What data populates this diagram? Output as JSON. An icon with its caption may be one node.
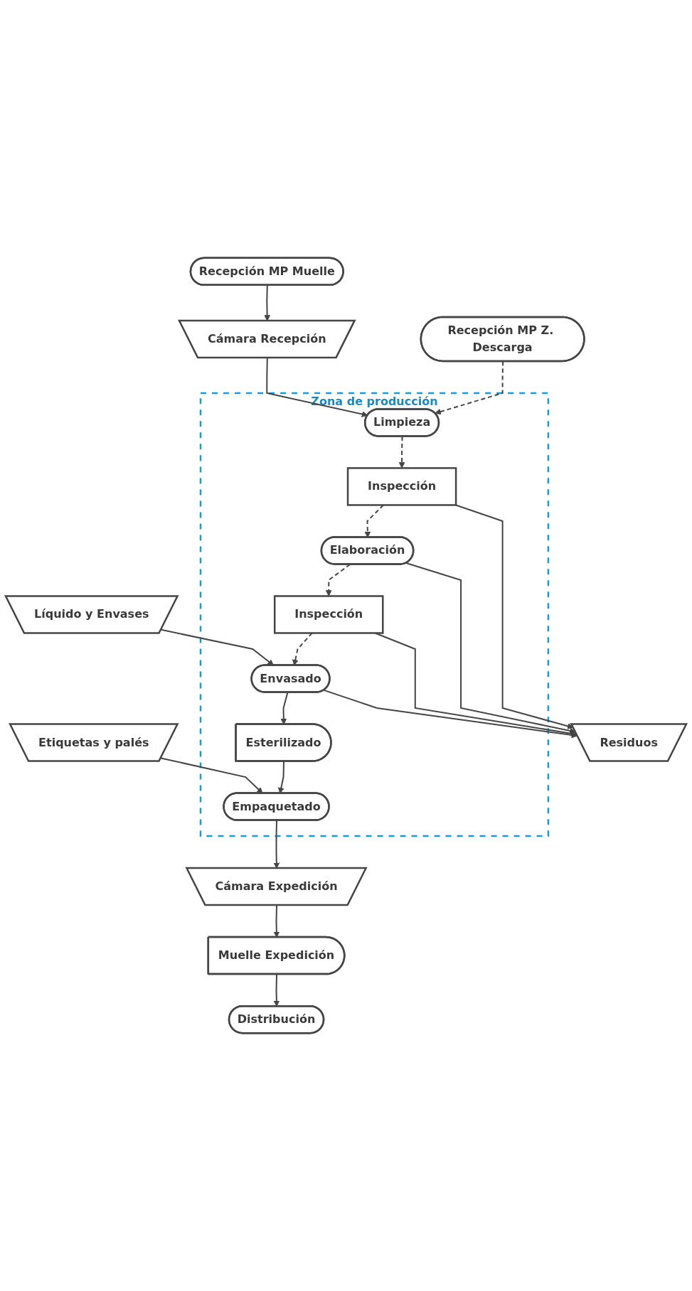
{
  "diagram": {
    "nodes": [
      {
        "text": [
          "Recepción MP Z. Descarga"
        ]
      },
      {
        "text": [
          "Recepción MP Muelle"
        ]
      },
      {
        "text": [
          "Cámara Recepción"
        ]
      },
      {
        "text": [
          "Zona de producción"
        ]
      },
      {
        "text": [
          "Limpieza"
        ],
        "in": 3
      },
      {
        "text": [
          "Inspección"
        ],
        "in": 3
      },
      {
        "text": [
          "Elaboración"
        ],
        "in": 3
      },
      {
        "text": [
          "Inspección"
        ],
        "in": 3
      },
      {
        "text": [
          "Líquido y Envases"
        ]
      },
      {
        "text": [
          "Envasado"
        ],
        "in": 3
      },
      {
        "text": [
          "Esterilizado"
        ],
        "in": 3
      },
      {
        "text": [
          "Etiquetas y palés"
        ]
      },
      {
        "text": [
          "Empaquetado"
        ],
        "in": 3
      },
      {
        "text": [
          "Residuos"
        ]
      },
      {
        "text": [
          "Cámara Expedición"
        ]
      },
      {
        "text": [
          "Muelle Expedición"
        ]
      },
      {
        "text": [
          "Distribución"
        ]
      }
    ],
    "edges": [
      {
        "from": 0,
        "to": 4,
        "arrow": "to",
        "style": "dashed"
      },
      {
        "from": 1,
        "to": 2,
        "arrow": "to"
      },
      {
        "from": 2,
        "to": 4,
        "arrow": "to"
      },
      {
        "from": 4,
        "to": 5,
        "arrow": "to",
        "style": "dashed"
      },
      {
        "from": 5,
        "to": 6,
        "arrow": "to",
        "style": "dashed"
      },
      {
        "from": 6,
        "to": 7,
        "arrow": "to",
        "style": "dashed"
      },
      {
        "from": 7,
        "to": 9,
        "arrow": "to",
        "style": "dashed"
      },
      {
        "from": 8,
        "to": 9,
        "arrow": "to"
      },
      {
        "from": 9,
        "to": 10,
        "arrow": "to"
      },
      {
        "from": 10,
        "to": 12,
        "arrow": "to"
      },
      {
        "from": 11,
        "to": 12,
        "arrow": "to"
      },
      {
        "from": 5,
        "to": 13,
        "arrow": "to"
      },
      {
        "from": 6,
        "to": 13,
        "arrow": "to"
      },
      {
        "from": 7,
        "to": 13,
        "arrow": "to"
      },
      {
        "from": 9,
        "to": 13,
        "arrow": "to"
      },
      {
        "from": 12,
        "to": 14,
        "arrow": "to"
      },
      {
        "from": 14,
        "to": 15,
        "arrow": "to"
      },
      {
        "from": 15,
        "to": 16,
        "arrow": "to"
      }
    ]
  }
}
